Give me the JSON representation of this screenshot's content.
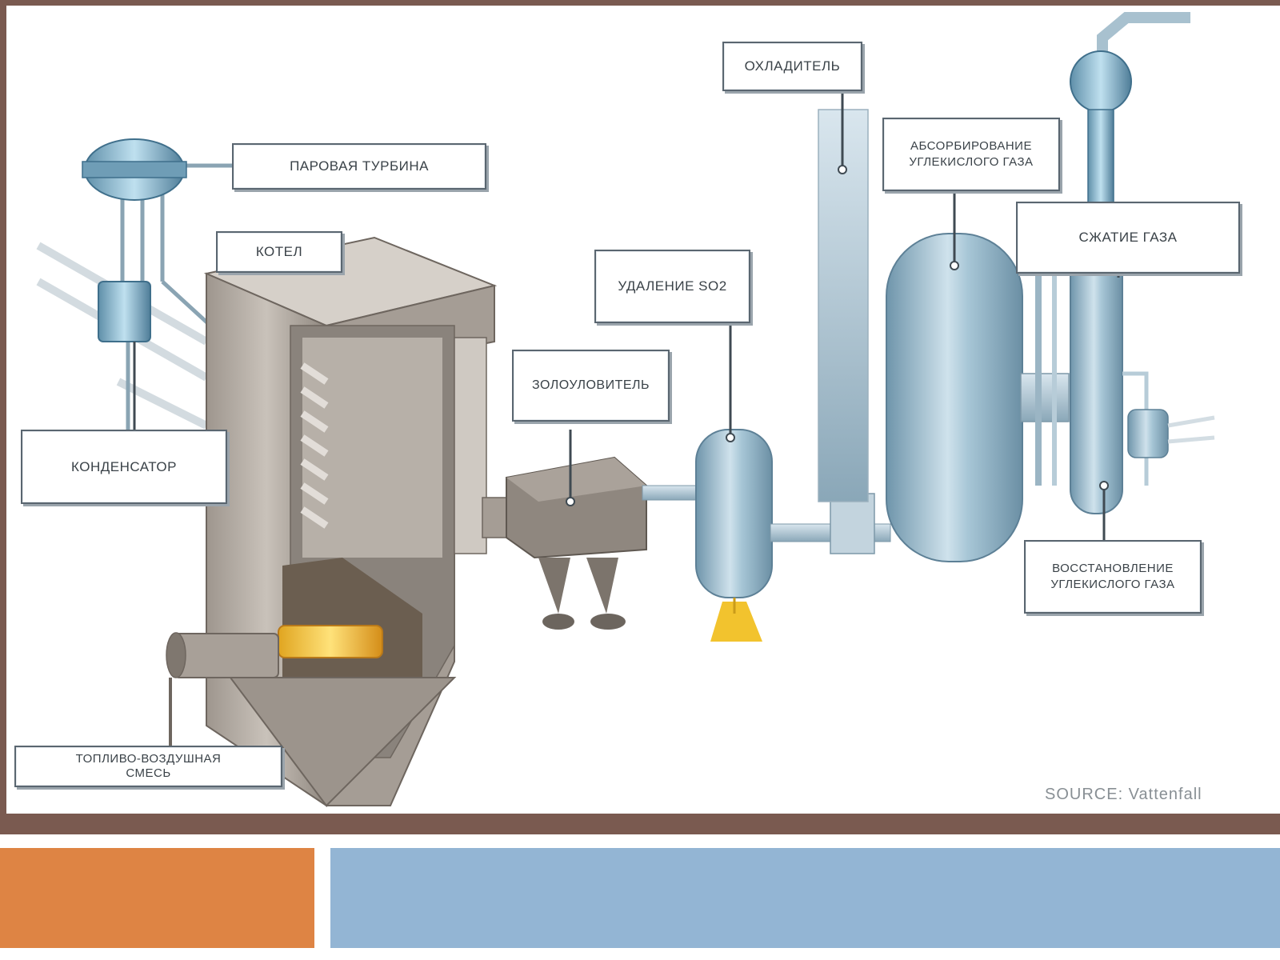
{
  "colors": {
    "frame": "#7a5a50",
    "footer_left": "#de8444",
    "footer_right": "#93b5d4",
    "boiler": "#b3aca4",
    "vessel_blue": "#8fb4c8",
    "flame": "#f2c32e"
  },
  "labels": {
    "steam_turbine": "ПАРОВАЯ ТУРБИНА",
    "boiler": "КОТЕЛ",
    "condenser": "КОНДЕНСАТОР",
    "fuel_air_mix": "ТОПЛИВО-ВОЗДУШНАЯ\nСМЕСЬ",
    "ash_collector": "ЗОЛОУЛОВИТЕЛЬ",
    "so2_removal": "УДАЛЕНИЕ SO2",
    "cooler": "ОХЛАДИТЕЛЬ",
    "co2_absorption": "АБСОРБИРОВАНИЕ\nУГЛЕКИСЛОГО ГАЗА",
    "gas_compression": "СЖАТИЕ ГАЗА",
    "co2_recovery": "ВОССТАНОВЛЕНИЕ\nУГЛЕКИСЛОГО ГАЗА"
  },
  "source": "SOURCE: Vattenfall"
}
